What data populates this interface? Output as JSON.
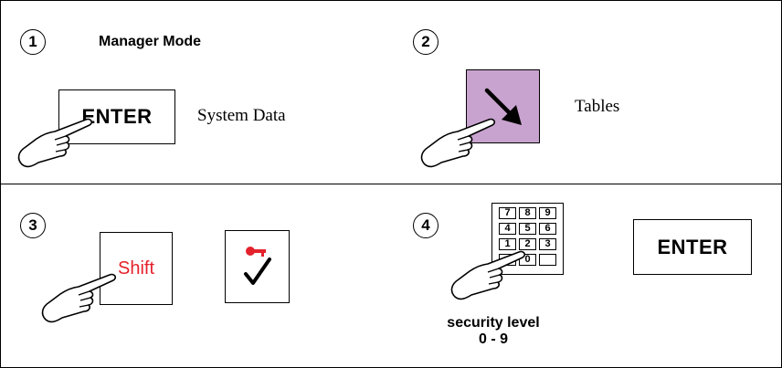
{
  "panels": [
    {
      "step": "1",
      "title": "Manager Mode",
      "key_label": "ENTER",
      "caption": "System Data"
    },
    {
      "step": "2",
      "caption": "Tables",
      "key_color": "#c9a3cf",
      "icon": "arrow-down-right-icon"
    },
    {
      "step": "3",
      "key_label": "Shift",
      "key_label_color": "#e4222c",
      "icon": "key-check-icon"
    },
    {
      "step": "4",
      "keypad": [
        "7",
        "8",
        "9",
        "4",
        "5",
        "6",
        "1",
        "2",
        "3",
        "",
        "0",
        ""
      ],
      "caption_line1": "security level",
      "caption_line2": "0 - 9",
      "key_label": "ENTER"
    }
  ]
}
